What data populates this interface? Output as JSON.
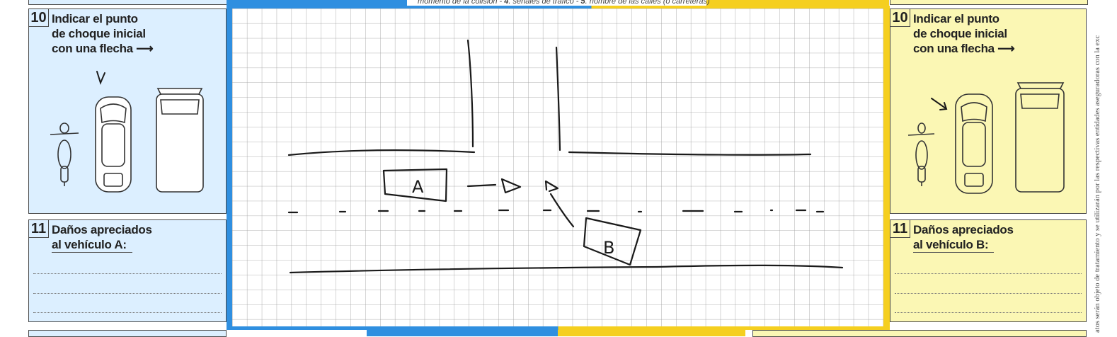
{
  "header": {
    "caption_parts": {
      "before_4": "momento de la colisión - ",
      "num_4": "4",
      "text_4": ". señales de tráfico - ",
      "num_5": "5",
      "text_5": ". nombre de las calles (o carreteras)"
    }
  },
  "vehicle_a": {
    "section10": {
      "number": "10",
      "line1": "Indicar el punto",
      "line2": "de choque inicial",
      "line3": "con una flecha",
      "arrow_glyph": "⟶"
    },
    "section11": {
      "number": "11",
      "line1": "Daños apreciados",
      "line2": "al vehículo A:"
    }
  },
  "vehicle_b": {
    "section10": {
      "number": "10",
      "line1": "Indicar el punto",
      "line2": "de choque inicial",
      "line3": "con una flecha",
      "arrow_glyph": "⟶"
    },
    "section11": {
      "number": "11",
      "line1": "Daños apreciados",
      "line2": "al vehículo B:"
    }
  },
  "sketch": {
    "label_a": "A",
    "label_b": "B"
  },
  "side_note": "atos serán objeto de tratamiento y se utilizarán por las respectivas entidades aseguradoras con la exc",
  "colors": {
    "blue_border": "#2f8fe0",
    "yellow_border": "#f5cf1f",
    "panel_a_bg": "#dcefff",
    "panel_b_bg": "#fbf7b4",
    "grid_line": "#9a9a9a",
    "ink": "#1a1a1a"
  },
  "icons": [
    "motorcycle-icon",
    "car-icon",
    "truck-icon",
    "pen-arrow-icon"
  ]
}
